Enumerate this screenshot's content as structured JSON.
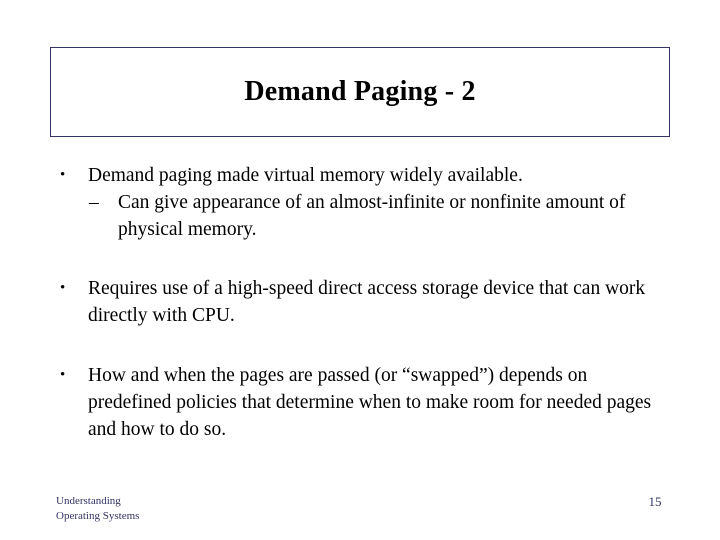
{
  "slide": {
    "title": "Demand Paging - 2",
    "title_border_color": "#333366",
    "background_color": "#ffffff",
    "text_color": "#000000",
    "footer_color": "#333366",
    "bullet_marker": "•",
    "sub_bullet_marker": "–",
    "content": [
      {
        "bullet": "Demand paging made virtual memory widely available.",
        "sub_bullets": [
          "Can give appearance of an almost-infinite or nonfinite amount of physical memory."
        ]
      },
      {
        "bullet": "Requires use of a high-speed direct access storage device that can work directly with CPU.",
        "sub_bullets": []
      },
      {
        "bullet": "How and when the pages are passed (or “swapped”) depends on predefined policies that determine when to make room for needed pages and how to do so.",
        "sub_bullets": []
      }
    ],
    "footer": {
      "line1": "Understanding",
      "line2": "Operating Systems",
      "page_number": "15"
    }
  }
}
